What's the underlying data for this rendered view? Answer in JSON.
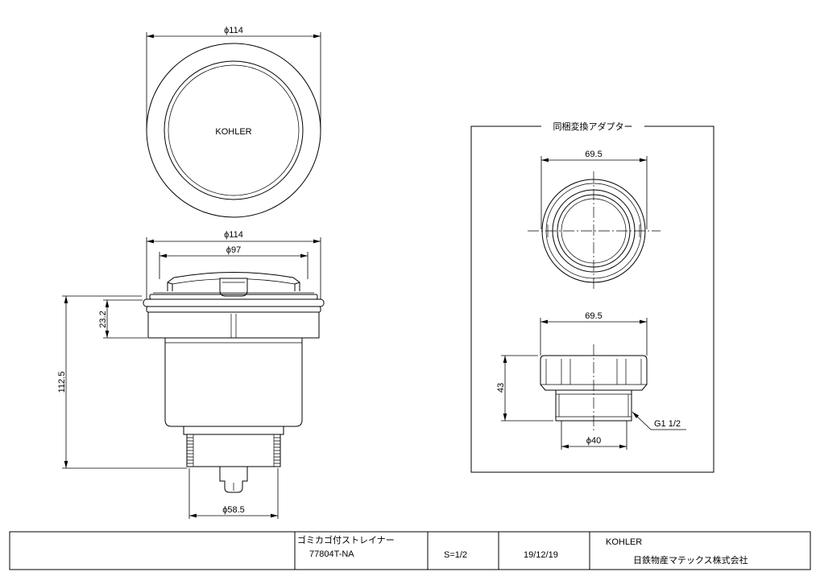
{
  "top_view": {
    "diameter_label": "ϕ114",
    "brand_label": "KOHLER"
  },
  "side_view": {
    "flange_diameter_label": "ϕ114",
    "cap_diameter_label": "ϕ97",
    "flange_height_label": "23.2",
    "total_height_label": "112.5",
    "outlet_diameter_label": "ϕ58.5"
  },
  "adapter_panel": {
    "title": "同梱変換アダプター",
    "top_view_width_label": "69.5",
    "side_view_width_label": "69.5",
    "height_label": "43",
    "outlet_diameter_label": "ϕ40",
    "thread_label": "G1 1/2"
  },
  "title_block": {
    "product_name": "ゴミカゴ付ストレイナー",
    "model_number": "77804T-NA",
    "scale": "S=1/2",
    "date": "19/12/19",
    "brand": "KOHLER",
    "company": "日鉄物産マテックス株式会社"
  }
}
